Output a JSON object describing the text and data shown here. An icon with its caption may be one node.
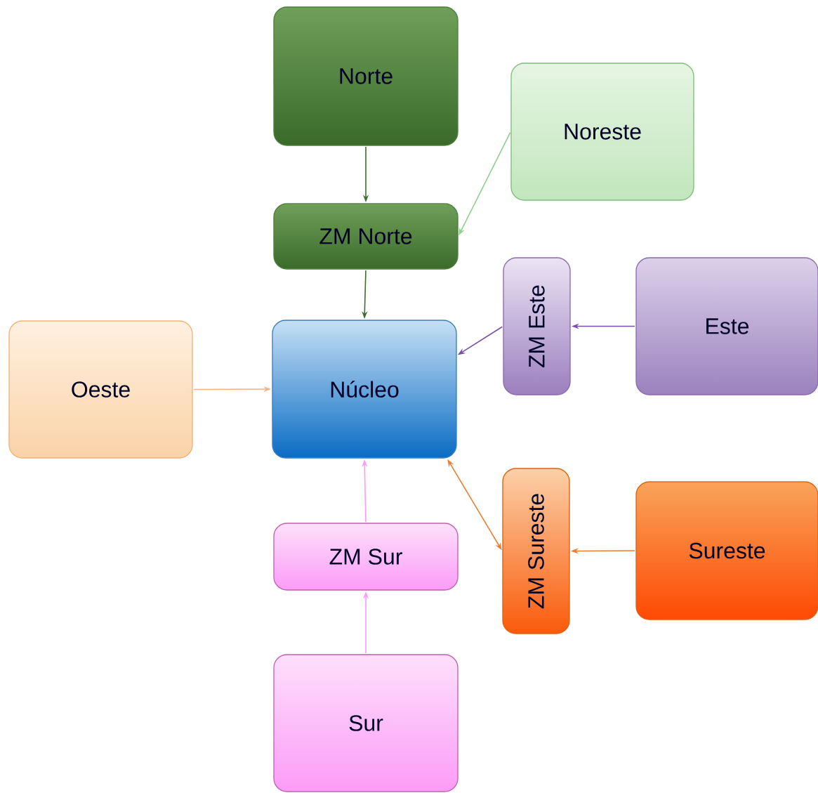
{
  "diagram": {
    "nodes": [
      {
        "text": [
          "Norte"
        ]
      },
      {
        "text": [
          "Noreste"
        ]
      },
      {
        "text": [
          "ZM Norte"
        ]
      },
      {
        "text": [
          "Oeste"
        ]
      },
      {
        "text": [
          "Núcleo"
        ]
      },
      {
        "text": [
          "ZM Este"
        ]
      },
      {
        "text": [
          "Este"
        ]
      },
      {
        "text": [
          "ZM Sureste"
        ]
      },
      {
        "text": [
          "Sureste"
        ]
      },
      {
        "text": [
          "ZM Sur"
        ]
      },
      {
        "text": [
          "Sur"
        ]
      }
    ],
    "edges": [
      {
        "from": 0,
        "to": 2,
        "arrow": "to",
        "color": "#3e6b2f"
      },
      {
        "from": 1,
        "to": 2,
        "arrow": "to",
        "color": "#8fcf8a"
      },
      {
        "from": 2,
        "to": 4,
        "arrow": "to",
        "color": "#3e6b2f"
      },
      {
        "from": 6,
        "to": 5,
        "arrow": "to",
        "color": "#7a4fa8"
      },
      {
        "from": 5,
        "to": 4,
        "arrow": "to",
        "color": "#7a4fa8"
      },
      {
        "from": 3,
        "to": 4,
        "arrow": "to",
        "color": "#f4b183"
      },
      {
        "from": 8,
        "to": 7,
        "arrow": "to",
        "color": "#ed7d31"
      },
      {
        "from": 7,
        "to": 4,
        "arrow": "both",
        "color": "#ed7d31"
      },
      {
        "from": 10,
        "to": 9,
        "arrow": "to",
        "color": "#ff99ff"
      },
      {
        "from": 9,
        "to": 4,
        "arrow": "to",
        "color": "#ff99ff"
      }
    ]
  }
}
